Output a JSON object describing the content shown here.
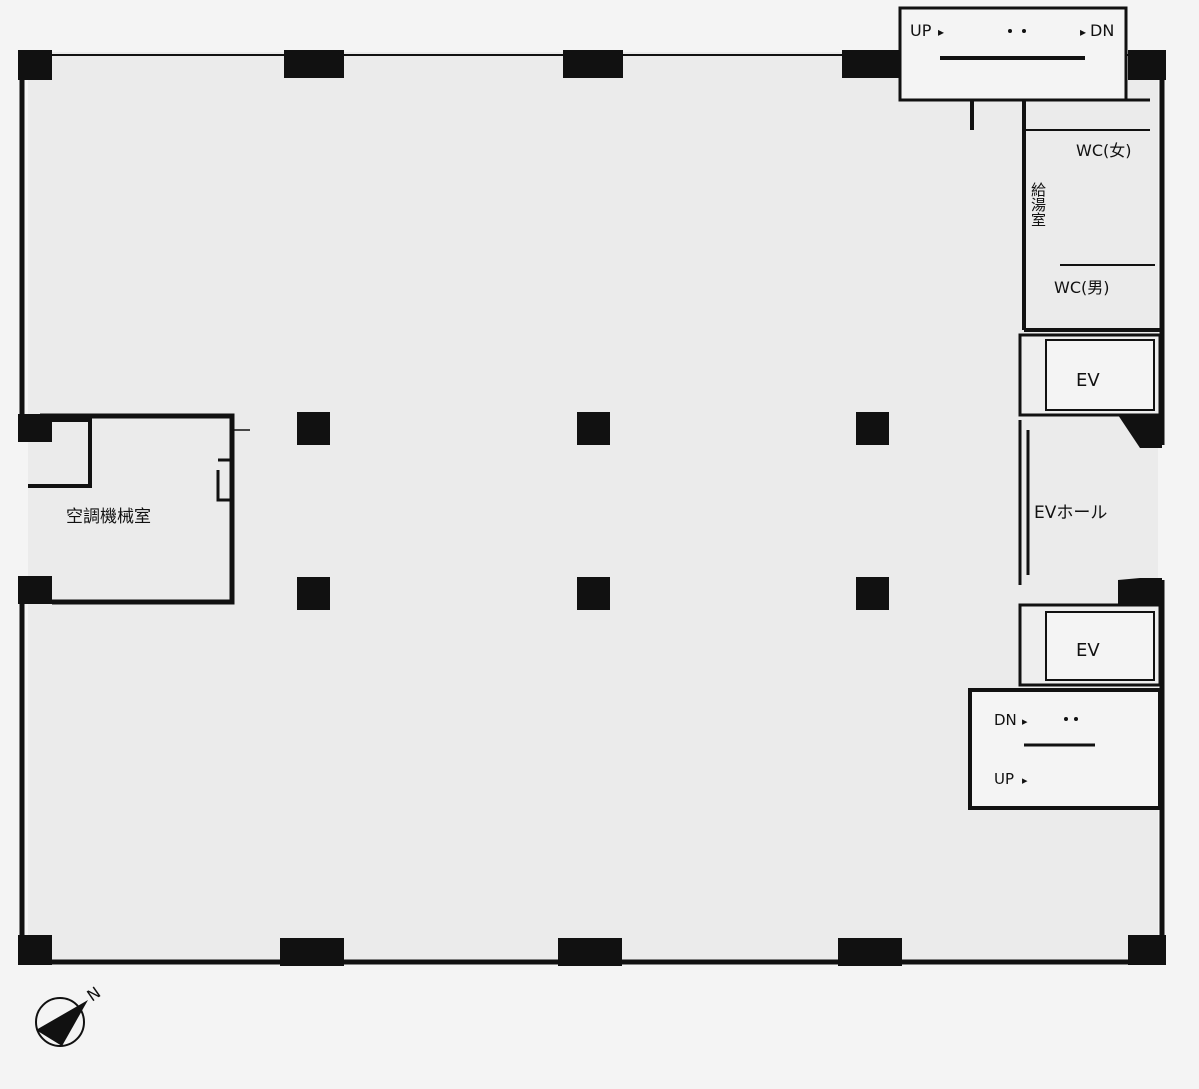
{
  "floor_plan": {
    "stair_top": {
      "up": "UP",
      "dn": "DN"
    },
    "stair_bottom": {
      "up": "UP",
      "dn": "DN"
    },
    "rooms": {
      "wc_female": "WC(女)",
      "kitchenette": "給湯室",
      "wc_male": "WC(男)",
      "ev_upper": "EV",
      "ev_hall": "EVホール",
      "ev_lower": "EV",
      "ac_machine_room": "空調機械室"
    },
    "north_arrow": "N"
  },
  "colors": {
    "wall": "#111111",
    "floor": "#ebebeb",
    "background": "#f4f4f4"
  }
}
